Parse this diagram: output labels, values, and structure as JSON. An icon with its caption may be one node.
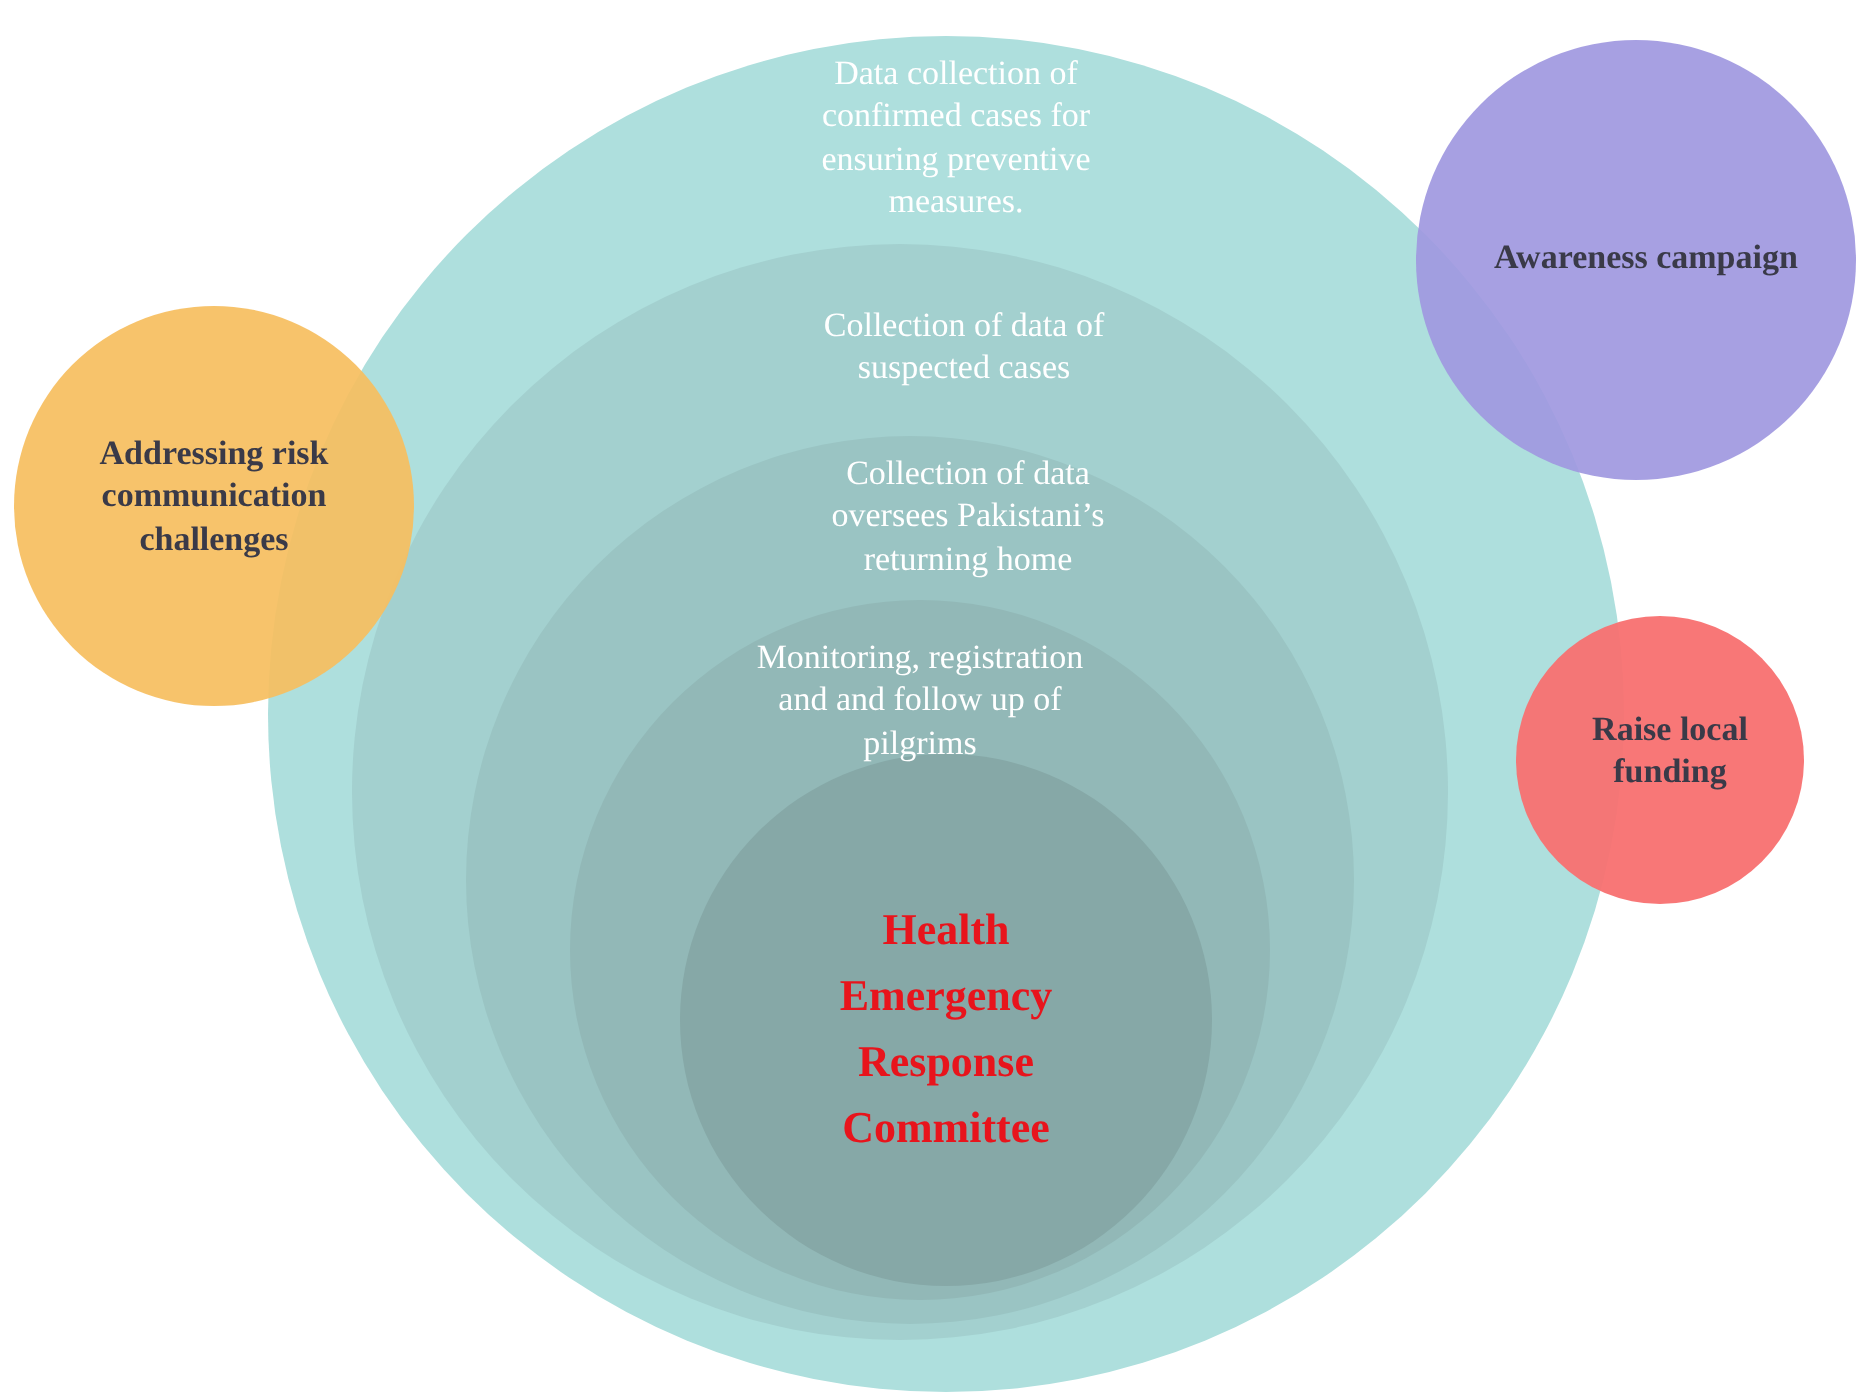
{
  "diagram": {
    "nodes": [
      {
        "text": [
          "Data collection of confirmed cases for ensuring preventive measures."
        ]
      },
      {
        "text": [
          "Collection of data of suspected cases"
        ],
        "in": 0
      },
      {
        "text": [
          "Collection of data oversees Pakistani’s returning home"
        ],
        "in": 1
      },
      {
        "text": [
          "Monitoring, registration and and follow up of pilgrims"
        ],
        "in": 2
      },
      {
        "text": [
          "Health Emergency Response Committee"
        ],
        "in": 3
      },
      {
        "text": [
          "Addressing risk communication challenges"
        ]
      },
      {
        "text": [
          "Awareness campaign"
        ]
      },
      {
        "text": [
          "Raise local funding"
        ]
      }
    ]
  }
}
